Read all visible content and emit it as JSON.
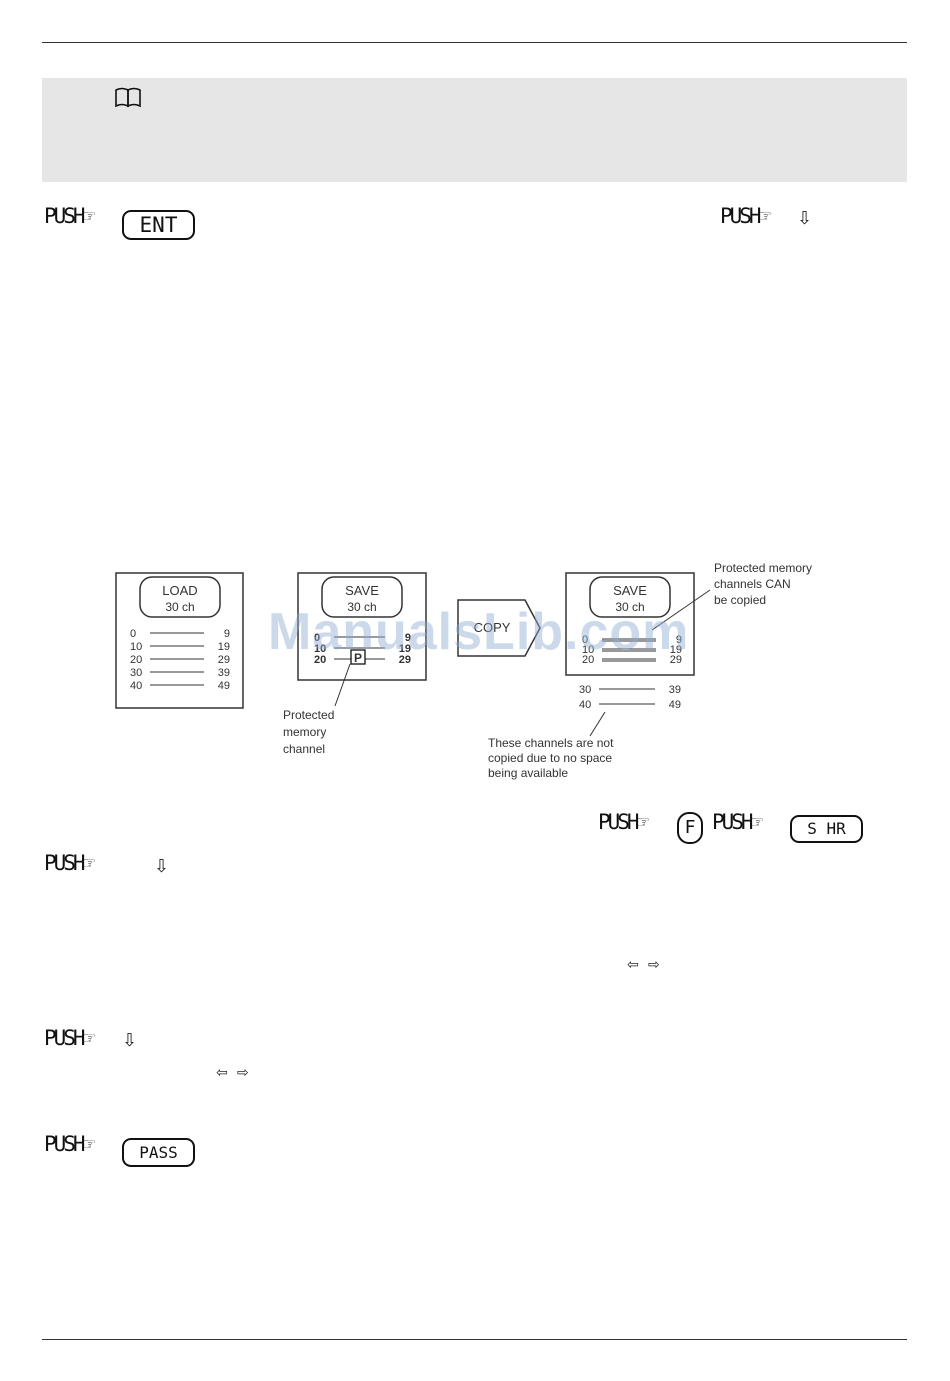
{
  "watermark": "ManualsLib.com",
  "push_label": "PUSH☞",
  "keys": {
    "ent": "ENT",
    "f": "F",
    "shr": "S HR",
    "pass": "PASS"
  },
  "arrows": {
    "down": "⇩",
    "left": "⇦",
    "right": "⇨"
  },
  "diagram": {
    "load_panel": {
      "title": "LOAD",
      "subtitle": "30 ch",
      "rows": [
        {
          "from": "0",
          "to": "9"
        },
        {
          "from": "10",
          "to": "19"
        },
        {
          "from": "20",
          "to": "29"
        },
        {
          "from": "30",
          "to": "39"
        },
        {
          "from": "40",
          "to": "49"
        }
      ]
    },
    "save_panel": {
      "title": "SAVE",
      "subtitle": "30 ch",
      "rows": [
        {
          "from": "0",
          "to": "9"
        },
        {
          "from": "10",
          "to": "19"
        },
        {
          "from": "20",
          "to": "29"
        }
      ],
      "protect_marker": "P"
    },
    "copy_label": "COPY",
    "result_panel": {
      "title": "SAVE",
      "subtitle": "30 ch",
      "rows": [
        {
          "from": "0",
          "to": "9"
        },
        {
          "from": "10",
          "to": "19"
        },
        {
          "from": "20",
          "to": "29"
        }
      ]
    },
    "excluded_rows": [
      {
        "from": "30",
        "to": "39"
      },
      {
        "from": "40",
        "to": "49"
      }
    ],
    "caption_protected": [
      "Protected",
      "memory",
      "channel"
    ],
    "caption_can_copy": [
      "Protected memory",
      "channels CAN",
      "be copied"
    ],
    "caption_not_copied": [
      "These channels are not",
      "copied due to no space",
      "being available"
    ]
  }
}
